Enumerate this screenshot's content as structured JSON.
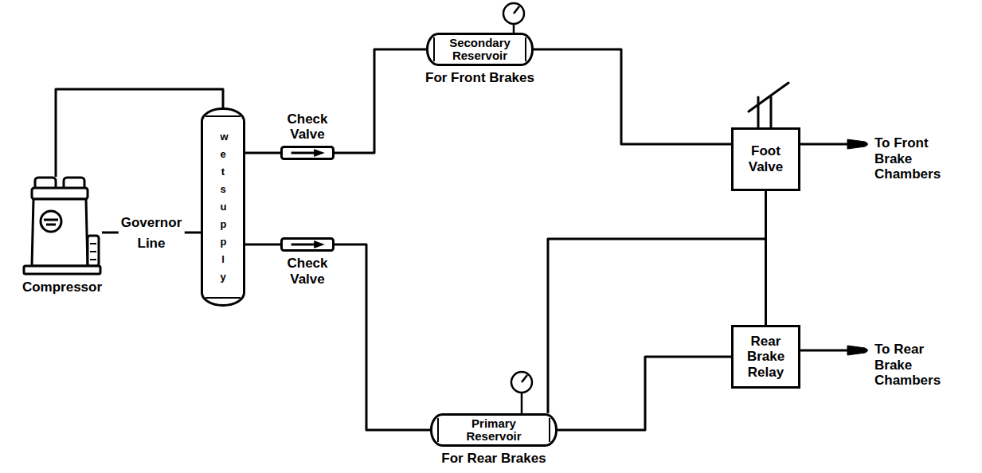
{
  "diagram": {
    "nodes": [
      {
        "text": [
          "Compressor"
        ]
      },
      {
        "text": [
          "wet supply"
        ]
      },
      {
        "text": [
          "Check Valve"
        ]
      },
      {
        "text": [
          "Check Valve"
        ]
      },
      {
        "text": [
          "Secondary Reservoir",
          "For Front Brakes"
        ]
      },
      {
        "text": [
          "Primary Reservoir",
          "For Rear Brakes"
        ]
      },
      {
        "text": [
          "Foot Valve"
        ]
      },
      {
        "text": [
          "Rear Brake Relay"
        ]
      }
    ],
    "edges": [
      {
        "from": 0,
        "to": 1,
        "arrow": "none"
      },
      {
        "from": 0,
        "to": 1,
        "label": "Governor Line",
        "arrow": "none"
      },
      {
        "from": 1,
        "to": 2,
        "arrow": "none"
      },
      {
        "from": 1,
        "to": 3,
        "arrow": "none"
      },
      {
        "from": 2,
        "to": 4,
        "arrow": "none"
      },
      {
        "from": 3,
        "to": 5,
        "arrow": "none"
      },
      {
        "from": 4,
        "to": 6,
        "arrow": "none"
      },
      {
        "from": 5,
        "to": 6,
        "arrow": "none"
      },
      {
        "from": 5,
        "to": 7,
        "arrow": "none"
      },
      {
        "from": 6,
        "to": 7,
        "arrow": "none"
      }
    ],
    "labels": [
      "To Front Brake Chambers",
      "To Rear Brake Chambers"
    ]
  }
}
